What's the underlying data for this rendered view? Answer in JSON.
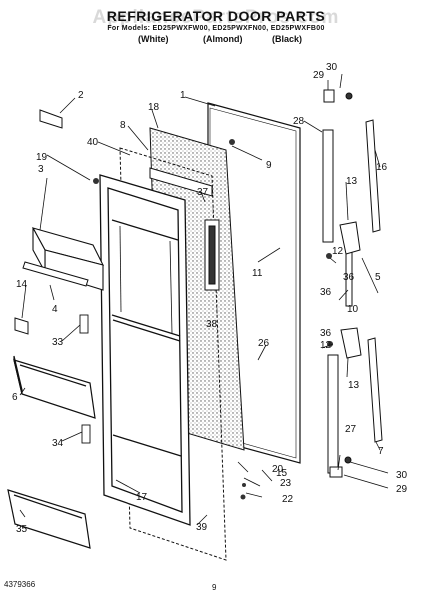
{
  "header": {
    "watermark": "AppliancePartsPros.com",
    "title": "REFRIGERATOR DOOR PARTS",
    "models": "For Models: ED25PWXFW00, ED25PWXFN00, ED25PWXFB00",
    "colors": [
      "(White)",
      "(Almond)",
      "(Black)"
    ]
  },
  "callouts": [
    "1",
    "2",
    "3",
    "4",
    "5",
    "6",
    "7",
    "8",
    "9",
    "10",
    "11",
    "12",
    "12",
    "13",
    "13",
    "14",
    "15",
    "16",
    "17",
    "18",
    "19",
    "20",
    "22",
    "23",
    "26",
    "27",
    "28",
    "29",
    "29",
    "30",
    "30",
    "33",
    "34",
    "35",
    "36",
    "36",
    "36",
    "37",
    "38",
    "39",
    "40"
  ],
  "footer": {
    "doc_number": "4379366",
    "page": "9"
  }
}
